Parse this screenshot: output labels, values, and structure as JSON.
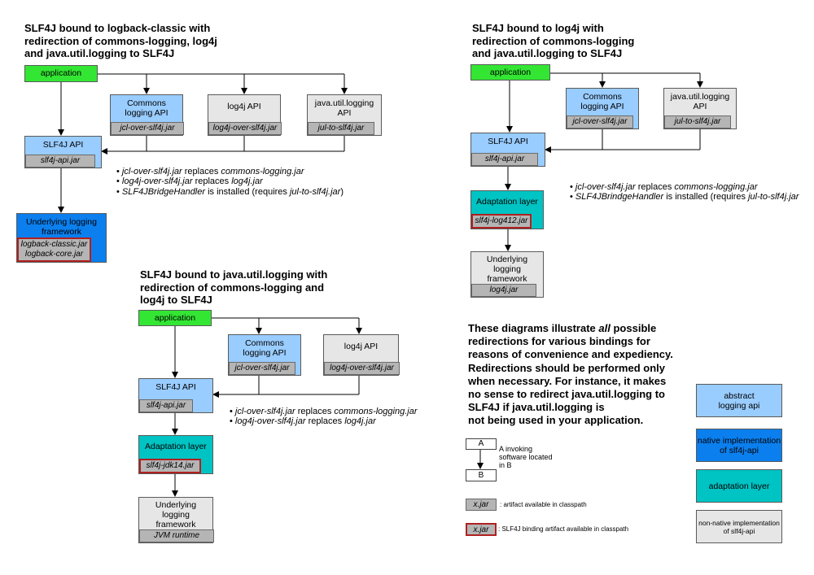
{
  "d1": {
    "title": "SLF4J bound to logback-classic with\nredirection of commons-logging, log4j\nand java.util.logging to SLF4J",
    "application": "application",
    "commons": {
      "label": "Commons\nlogging API",
      "jar": "jcl-over-slf4j.jar"
    },
    "log4j": {
      "label": "log4j API",
      "jar": "log4j-over-slf4j.jar"
    },
    "jul": {
      "label": "java.util.logging\nAPI",
      "jar": "jul-to-slf4j.jar"
    },
    "slf4j": {
      "label": "SLF4J API",
      "jar": "slf4j-api.jar"
    },
    "framework": {
      "label": "Underlying logging\nframework",
      "jar": "logback-classic.jar\nlogback-core.jar"
    },
    "notes": [
      {
        "jar": "jcl-over-slf4j.jar",
        "verb": " replaces ",
        "target": "commons-logging.jar",
        "tail": ""
      },
      {
        "jar": "log4j-over-slf4j.jar",
        "verb": " replaces ",
        "target": "log4j.jar",
        "tail": ""
      },
      {
        "jar": "SLF4JBridgeHandler",
        "verb": " is installed (requires ",
        "target": "jul-to-slf4j.jar",
        "tail": ")"
      }
    ]
  },
  "d2": {
    "title": "SLF4J bound to log4j with\nredirection of commons-logging\nand java.util.logging to SLF4J",
    "application": "application",
    "commons": {
      "label": "Commons\nlogging API",
      "jar": "jcl-over-slf4j.jar"
    },
    "jul": {
      "label": "java.util.logging\nAPI",
      "jar": "jul-to-slf4j.jar"
    },
    "slf4j": {
      "label": "SLF4J API",
      "jar": "slf4j-api.jar"
    },
    "adaptation": {
      "label": "Adaptation layer",
      "jar": "slf4j-log412.jar"
    },
    "framework": {
      "label": "Underlying\nlogging\nframework",
      "jar": "log4j.jar"
    },
    "notes": [
      {
        "jar": "jcl-over-slf4j.jar",
        "verb": " replaces ",
        "target": "commons-logging.jar",
        "tail": ""
      },
      {
        "jar": "SLF4JBrindgeHandler",
        "verb": " is installed (requires ",
        "target": "jul-to-slf4j.jar",
        "tail": ""
      }
    ]
  },
  "d3": {
    "title": "SLF4J bound to java.util.logging with\nredirection of commons-logging and\nlog4j to SLF4J",
    "application": "application",
    "commons": {
      "label": "Commons\nlogging API",
      "jar": "jcl-over-slf4j.jar"
    },
    "log4j": {
      "label": "log4j API",
      "jar": "log4j-over-slf4j.jar"
    },
    "slf4j": {
      "label": "SLF4J API",
      "jar": "slf4j-api.jar"
    },
    "adaptation": {
      "label": "Adaptation layer",
      "jar": "slf4j-jdk14.jar"
    },
    "framework": {
      "label": "Underlying\nlogging\nframework",
      "jar": "JVM runtime"
    },
    "notes": [
      {
        "jar": "jcl-over-slf4j.jar",
        "verb": " replaces ",
        "target": "commons-logging.jar",
        "tail": ""
      },
      {
        "jar": "log4j-over-slf4j.jar",
        "verb": " replaces ",
        "target": "log4j.jar",
        "tail": ""
      }
    ]
  },
  "summary": {
    "before": "These diagrams illustrate ",
    "emphasis": "all",
    "after": " possible\nredirections for various bindings for\nreasons of convenience and expediency.\nRedirections should be performed only\nwhen necessary. For instance, it makes\nno sense to redirect java.util.logging to\nSLF4J if java.util.logging is\nnot being used in your application."
  },
  "legend": {
    "a": "A",
    "b": "B",
    "invoking": "A invoking\nsoftware located\nin B",
    "jar_sample": "x.jar",
    "artifact": ": artifact available in classpath",
    "binding": ": SLF4J binding artifact available in classpath",
    "abstract": "abstract\nlogging api",
    "native": "native implementation\nof slf4j-api",
    "adaptation": "adaptation layer",
    "nonnative": "non-native implementation\nof slf4j-api"
  },
  "colors": {
    "application": "#33e633",
    "abstract_api": "#99ccff",
    "native_impl": "#0b7fee",
    "adaptation": "#00c3c3",
    "non_native": "#e6e6e6",
    "jar": "#b5b5b5",
    "binding_border": "#b02020"
  }
}
